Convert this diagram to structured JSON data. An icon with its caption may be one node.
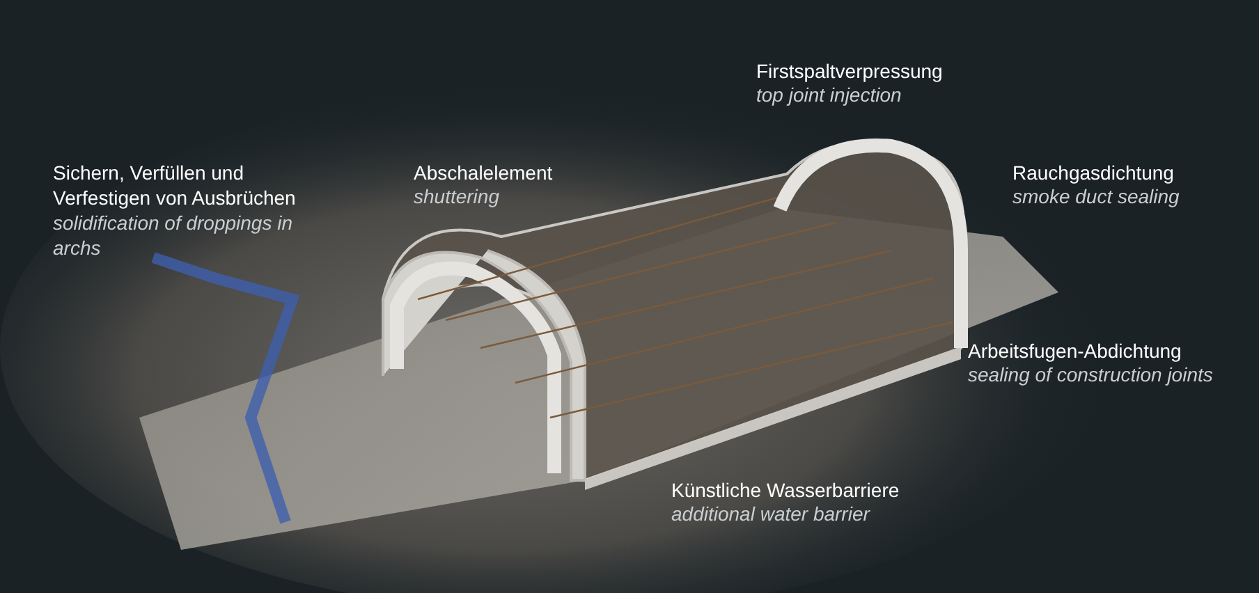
{
  "diagram": {
    "labels": [
      "Sichern, Verfüllen und Verfestigen von Ausbrüchen",
      "solidification of droppings in archs",
      "Abschalelement",
      "shuttering",
      "Firstspaltverpressung",
      "top joint injection",
      "Rauchgasdichtung",
      "smoke duct sealing",
      "Arbeitsfugen-Abdichtung",
      "sealing of construction joints",
      "Künstliche Wasserbarriere",
      "additional water barrier"
    ]
  }
}
